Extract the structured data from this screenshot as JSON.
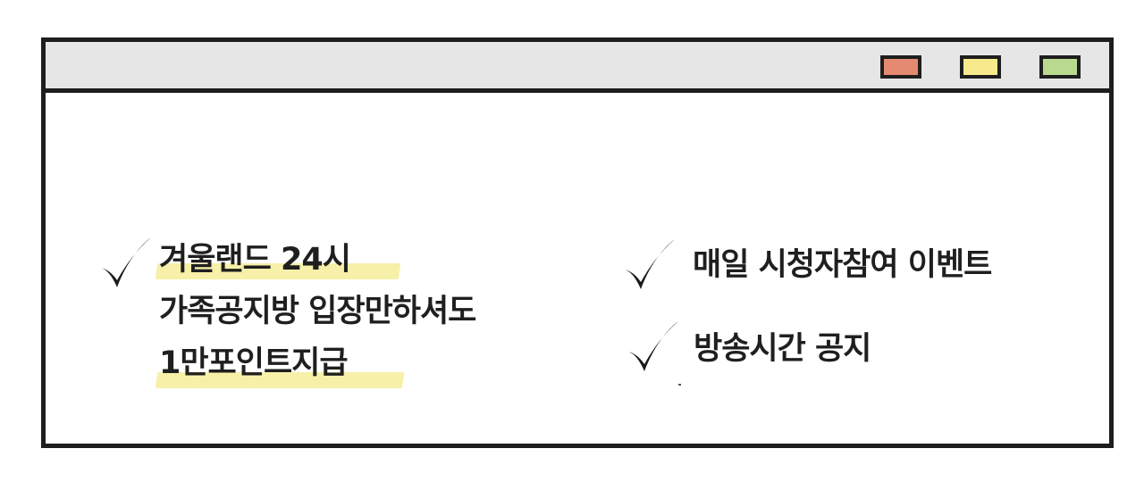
{
  "window": {
    "buttons": [
      {
        "name": "close",
        "color": "#e58a72"
      },
      {
        "name": "minimize",
        "color": "#f8ea8c"
      },
      {
        "name": "maximize",
        "color": "#b9d98f"
      }
    ],
    "frame_color": "#1e1e1e",
    "titlebar_color": "#e6e6e6"
  },
  "highlight_color": "#f7f0a8",
  "left_item": {
    "icon": "checkmark-icon",
    "lines": [
      "겨울랜드 24시",
      "가족공지방 입장만하셔도",
      "1만포인트지급"
    ]
  },
  "right_items": [
    {
      "icon": "checkmark-icon",
      "label": "매일 시청자참여 이벤트"
    },
    {
      "icon": "checkmark-icon",
      "label": "방송시간 공지"
    }
  ]
}
